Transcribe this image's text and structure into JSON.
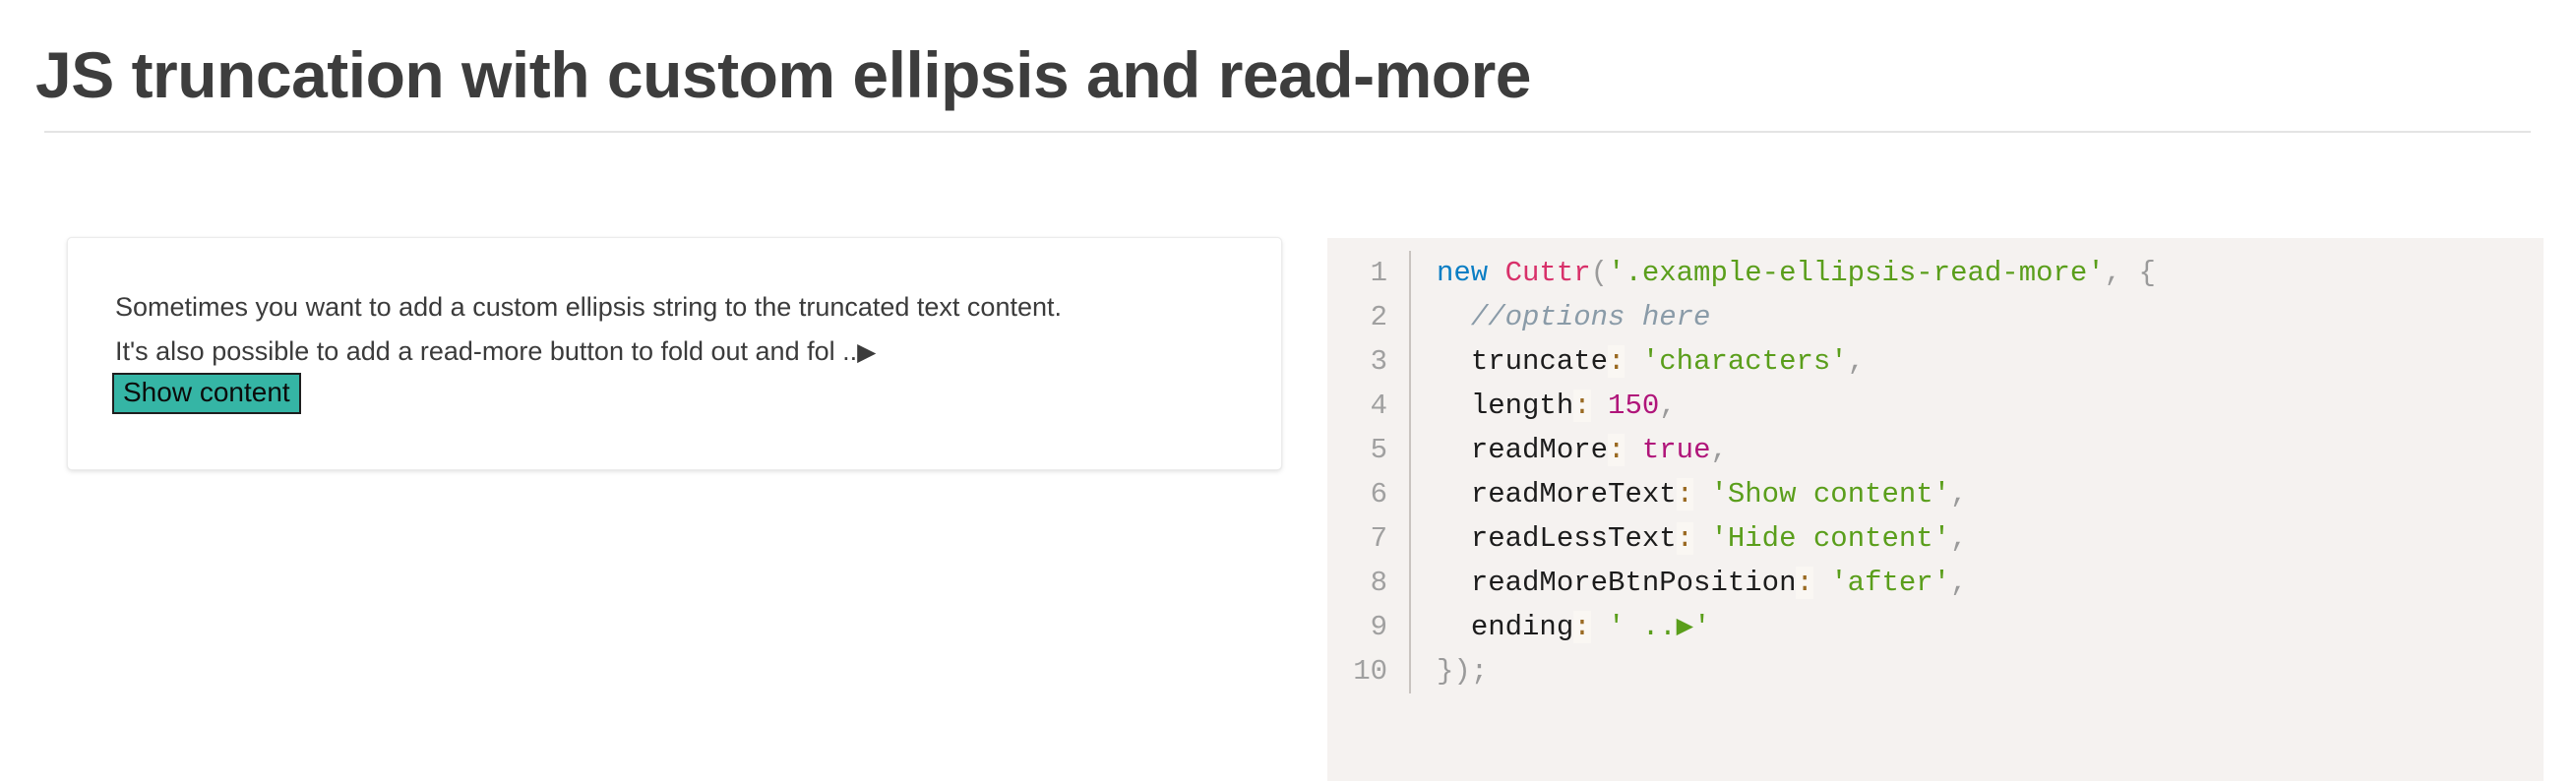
{
  "header": {
    "title": "JS truncation with custom ellipsis and read-more"
  },
  "demo": {
    "line1": "Sometimes you want to add a custom ellipsis string to the truncated text content.",
    "line2_before_ellipsis": "It's also possible to add a read-more button to fold out and fol ..",
    "ellipsis_glyph": "▶",
    "read_more_button_label": "Show content",
    "button_bg": "#35b5a5",
    "button_border": "#1e1e1e"
  },
  "code": {
    "background": "#f5f2f0",
    "language": "javascript",
    "line_numbers": [
      "1",
      "2",
      "3",
      "4",
      "5",
      "6",
      "7",
      "8",
      "9",
      "10"
    ],
    "lines": [
      "new Cuttr('.example-ellipsis-read-more', {",
      "  //options here",
      "  truncate: 'characters',",
      "  length: 150,",
      "  readMore: true,",
      "  readMoreText: 'Show content',",
      "  readLessText: 'Hide content',",
      "  readMoreBtnPosition: 'after',",
      "  ending: ' ..▶'",
      "});"
    ],
    "tokens": {
      "kw_new": "new",
      "class_name": "Cuttr",
      "paren_open": "(",
      "selector_string": "'.example-ellipsis-read-more'",
      "comma": ",",
      "brace_open": "{",
      "comment": "//options here",
      "prop_truncate": "truncate",
      "val_characters": "'characters'",
      "prop_length": "length",
      "val_150": "150",
      "prop_readmore": "readMore",
      "val_true": "true",
      "prop_readmoretext": "readMoreText",
      "val_showcontent": "'Show content'",
      "prop_readlesstext": "readLessText",
      "val_hidecontent": "'Hide content'",
      "prop_btnposition": "readMoreBtnPosition",
      "val_after": "'after'",
      "prop_ending": "ending",
      "val_ending_open": "' ..",
      "val_ending_triangle": "▶",
      "val_ending_close": "'",
      "colon": ":",
      "close_line": "});"
    },
    "colors": {
      "keyword": "#0b7ec4",
      "class": "#d8316a",
      "string": "#5a9e1b",
      "comment": "#8a9ba8",
      "number": "#b0157a",
      "boolean": "#b0157a",
      "punctuation": "#9a9a9a",
      "colon": "#9a6a22",
      "line_number": "#a0a0a0"
    }
  }
}
